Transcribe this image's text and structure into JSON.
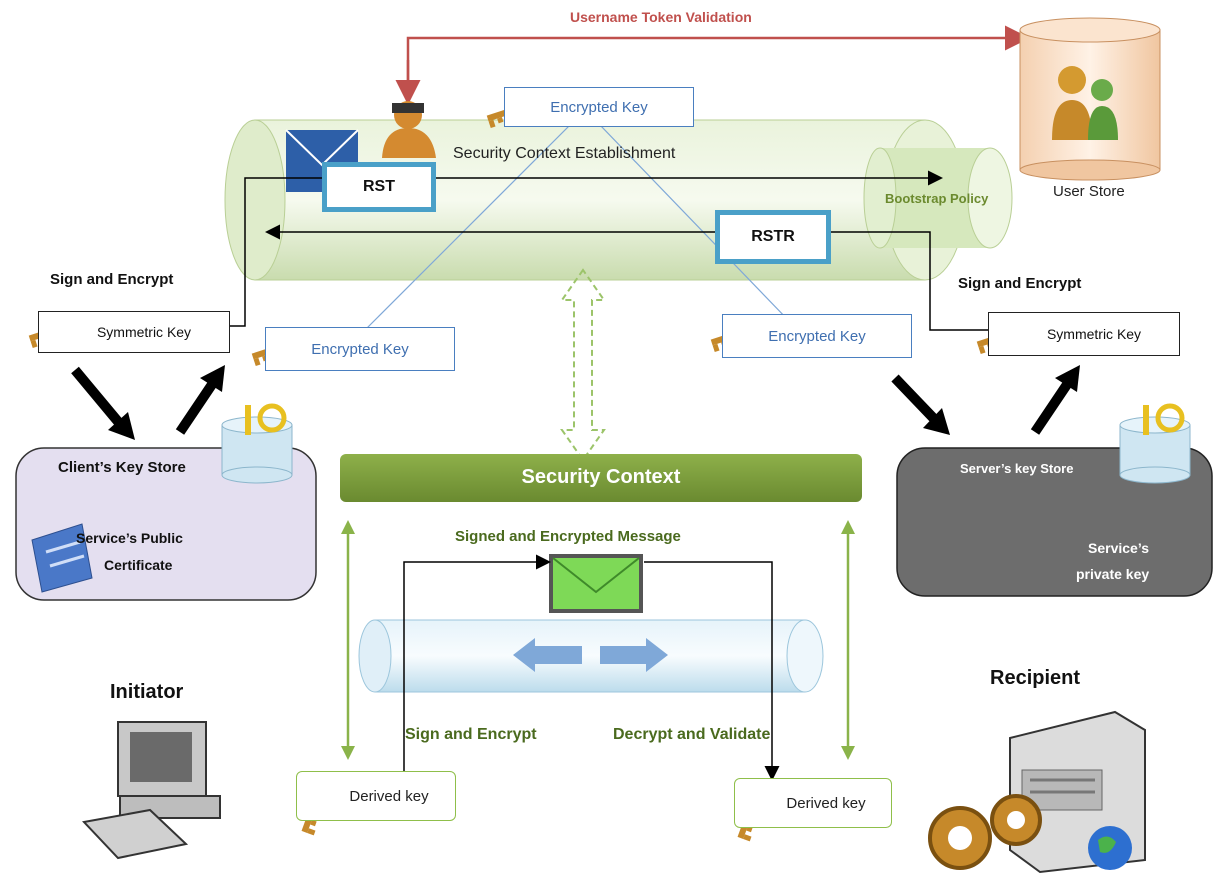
{
  "title": "Username Token Validation",
  "user_store": "User Store",
  "security_context_establishment": "Security Context Establishment",
  "bootstrap_policy": "Bootstrap Policy",
  "rst": "RST",
  "rstr": "RSTR",
  "encrypted_key": "Encrypted Key",
  "sign_and_encrypt": "Sign and Encrypt",
  "symmetric_key": "Symmetric Key",
  "clients_key_store": "Client’s Key Store",
  "services_public_certificate_line1": "Service’s Public",
  "services_public_certificate_line2": "Certificate",
  "servers_key_store": "Server’s key Store",
  "services_private_key_line1": "Service’s",
  "services_private_key_line2": "private key",
  "security_context": "Security Context",
  "signed_encrypted_message": "Signed and Encrypted Message",
  "sign_and_encrypt_bottom": "Sign and Encrypt",
  "decrypt_and_validate": "Decrypt and Validate",
  "derived_key": "Derived key",
  "initiator": "Initiator",
  "recipient": "Recipient",
  "colors": {
    "red_arrow": "#c0504d",
    "tube_green": "#dbe9c6",
    "context_bar": "#77933c",
    "client_store_bg": "#e4dff0",
    "server_store_bg": "#6d6d6d",
    "box_blue": "#4aa0c8",
    "key_gold": "#c6892a"
  }
}
